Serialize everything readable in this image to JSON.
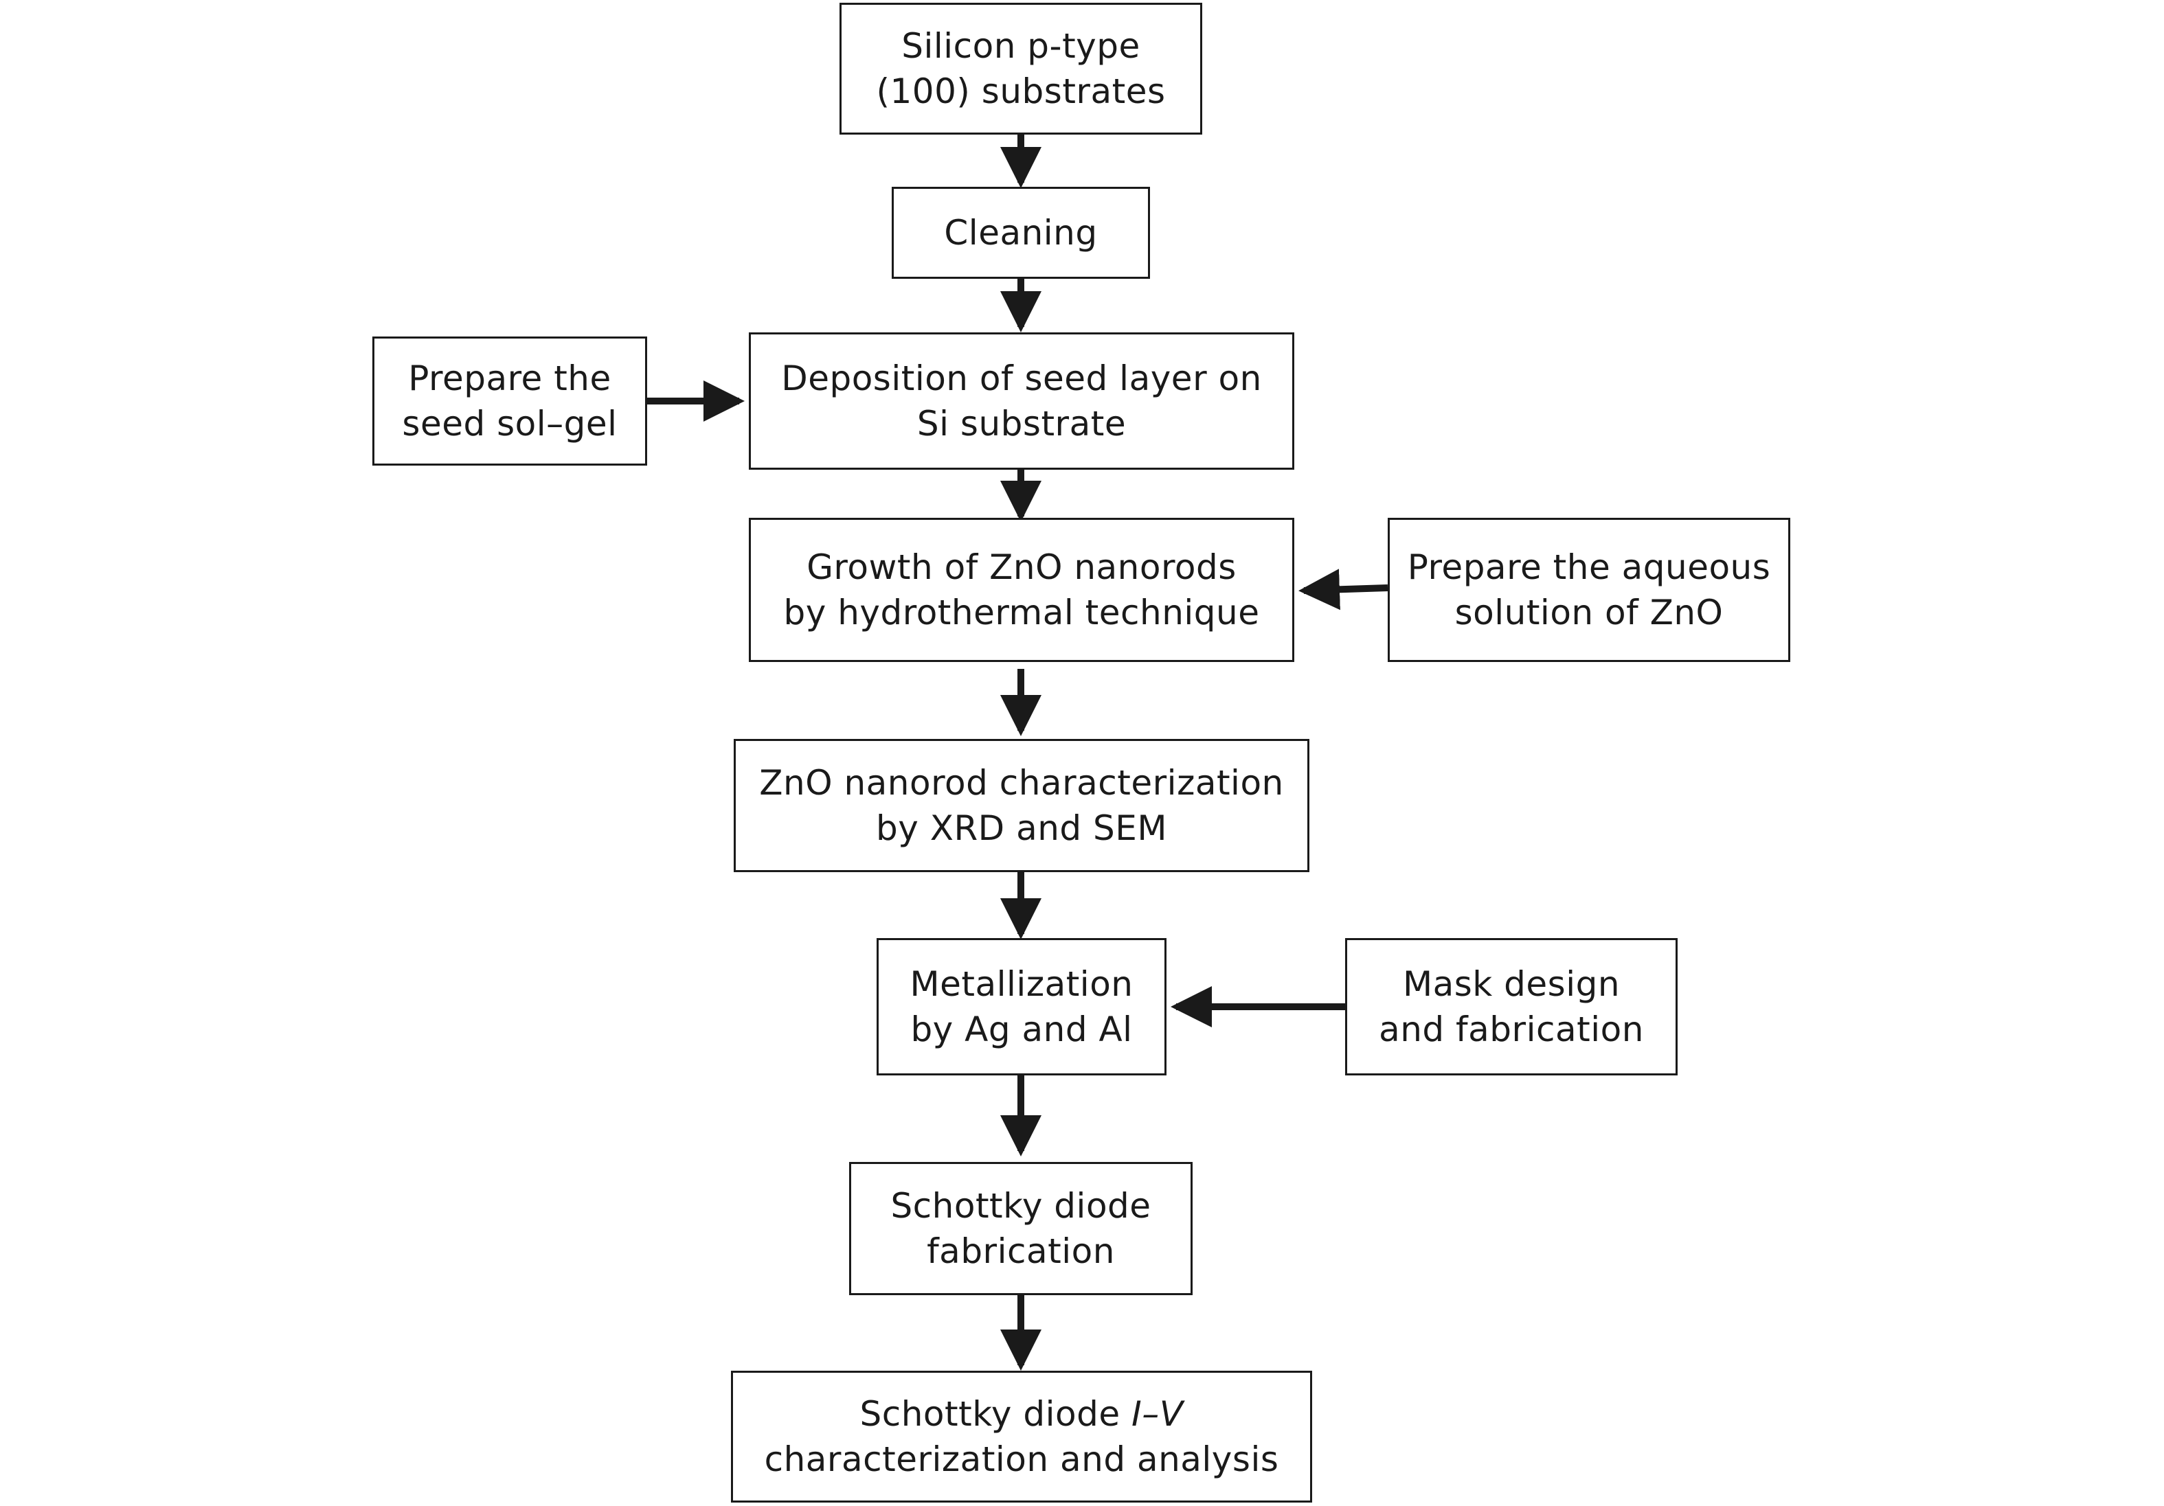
{
  "nodes": {
    "silicon": {
      "line1": "Silicon p-type",
      "line2": "(100) substrates"
    },
    "cleaning": {
      "line1": "Cleaning"
    },
    "seed_solgel": {
      "line1": "Prepare the",
      "line2": "seed sol–gel"
    },
    "deposition": {
      "line1": "Deposition of seed layer on",
      "line2": "Si substrate"
    },
    "growth": {
      "line1": "Growth of ZnO nanorods",
      "line2": "by hydrothermal technique"
    },
    "aqueous": {
      "line1": "Prepare the aqueous",
      "line2": "solution of ZnO"
    },
    "characterization": {
      "line1": "ZnO nanorod characterization",
      "line2": "by XRD and SEM"
    },
    "metallization": {
      "line1": "Metallization",
      "line2": "by Ag and Al"
    },
    "mask": {
      "line1": "Mask design",
      "line2": "and fabrication"
    },
    "schottky_fab": {
      "line1": "Schottky diode",
      "line2": "fabrication"
    },
    "iv_analysis": {
      "line1_prefix": "Schottky diode ",
      "line1_italic": "I–V",
      "line2": "characterization and analysis"
    }
  },
  "edges": [
    {
      "from": "silicon",
      "to": "cleaning"
    },
    {
      "from": "cleaning",
      "to": "deposition"
    },
    {
      "from": "seed_solgel",
      "to": "deposition"
    },
    {
      "from": "deposition",
      "to": "growth"
    },
    {
      "from": "aqueous",
      "to": "growth"
    },
    {
      "from": "growth",
      "to": "characterization"
    },
    {
      "from": "characterization",
      "to": "metallization"
    },
    {
      "from": "mask",
      "to": "metallization"
    },
    {
      "from": "metallization",
      "to": "schottky_fab"
    },
    {
      "from": "schottky_fab",
      "to": "iv_analysis"
    }
  ],
  "colors": {
    "stroke": "#1a1a1a",
    "background": "#ffffff"
  }
}
